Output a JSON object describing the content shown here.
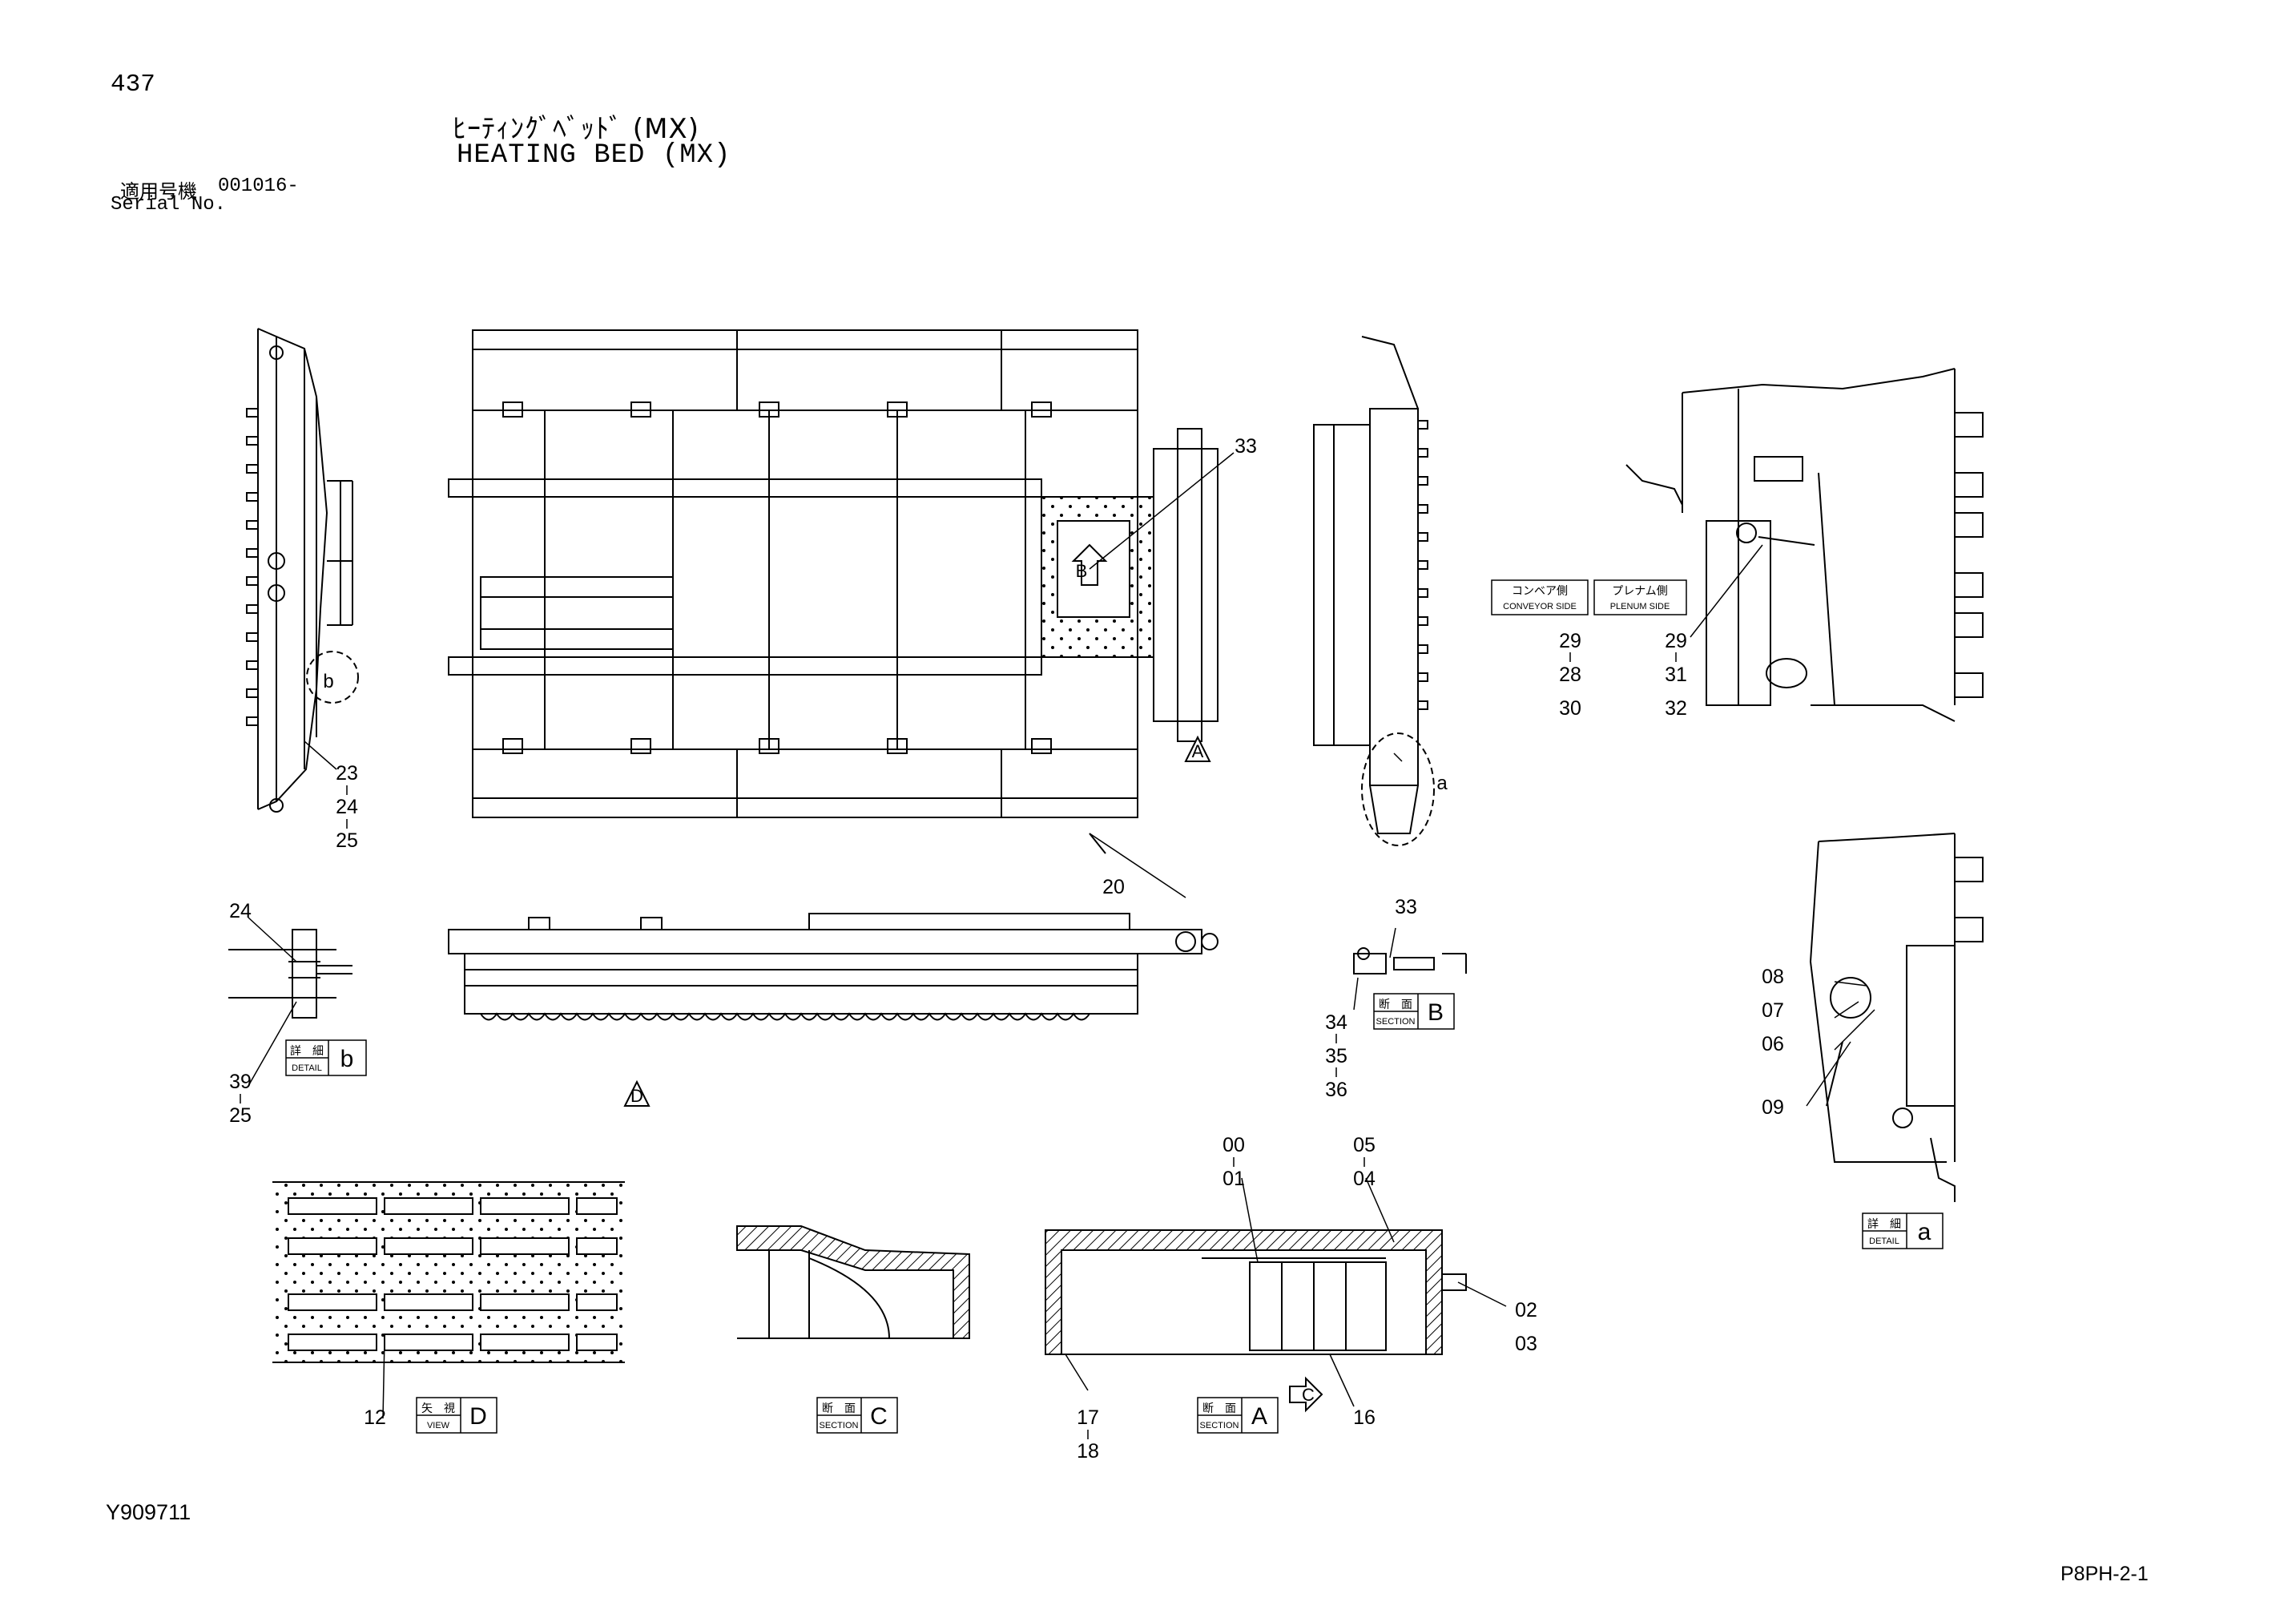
{
  "header": {
    "page_number": "437",
    "title_jp": "ﾋｰﾃｨﾝｸﾞﾍﾞｯﾄﾞ (MX)",
    "title_en": "HEATING BED (MX)",
    "serial_label_jp": "適用号機",
    "serial_value": "001016-",
    "serial_label_en": "Serial No."
  },
  "footer": {
    "drawing_number": "Y909711",
    "sheet_number": "P8PH-2-1"
  },
  "part_numbers": {
    "p00": "00",
    "p01": "01",
    "p02": "02",
    "p03": "03",
    "p04": "04",
    "p05": "05",
    "p06": "06",
    "p07": "07",
    "p08": "08",
    "p09": "09",
    "p12": "12",
    "p16": "16",
    "p17": "17",
    "p18": "18",
    "p20": "20",
    "p23": "23",
    "p24a": "24",
    "p24b": "24",
    "p25a": "25",
    "p25b": "25",
    "p28": "28",
    "p29a": "29",
    "p29b": "29",
    "p30": "30",
    "p31": "31",
    "p32": "32",
    "p33a": "33",
    "p33b": "33",
    "p34": "34",
    "p35": "35",
    "p36": "36",
    "p39": "39"
  },
  "tags": {
    "conveyor_jp": "コンベア側",
    "conveyor_en": "CONVEYOR SIDE",
    "plenum_jp": "プレナム側",
    "plenum_en": "PLENUM SIDE",
    "detail_jp": "詳　細",
    "detail_en": "DETAIL",
    "section_jp": "断　面",
    "section_en": "SECTION",
    "view_jp": "矢　視",
    "view_en": "VIEW",
    "letter_a": "a",
    "letter_b": "b",
    "letter_A": "A",
    "letter_B": "B",
    "letter_C": "C",
    "letter_D": "D"
  },
  "arrows": {
    "A": "A",
    "B": "B",
    "C": "C",
    "D": "D"
  }
}
